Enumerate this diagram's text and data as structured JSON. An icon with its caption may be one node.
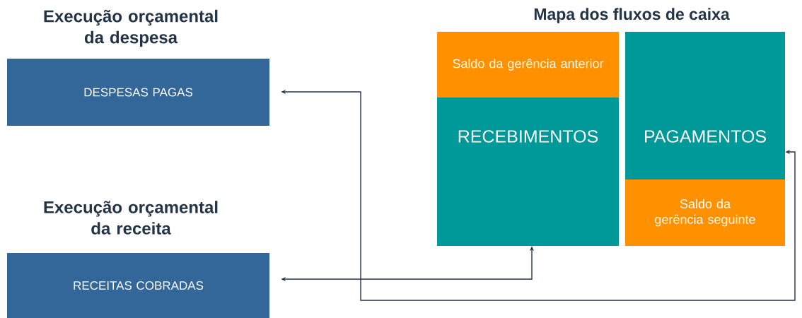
{
  "diagram": {
    "title": "Mapa dos fluxos de caixa",
    "nodes": [
      {
        "text": [
          "Execução orçamental da despesa",
          "DESPESAS PAGAS"
        ]
      },
      {
        "text": [
          "Execução orçamental da receita",
          "RECEITAS COBRADAS"
        ]
      },
      {
        "text": [
          "Saldo da gerência anterior"
        ]
      },
      {
        "text": [
          "RECEBIMENTOS"
        ]
      },
      {
        "text": [
          "PAGAMENTOS"
        ]
      },
      {
        "text": [
          "Saldo da gerência seguinte"
        ]
      }
    ],
    "edges": [
      {
        "from": 3,
        "to": 1,
        "arrow": "both"
      },
      {
        "from": 0,
        "to": 4,
        "arrow": "both"
      }
    ]
  }
}
